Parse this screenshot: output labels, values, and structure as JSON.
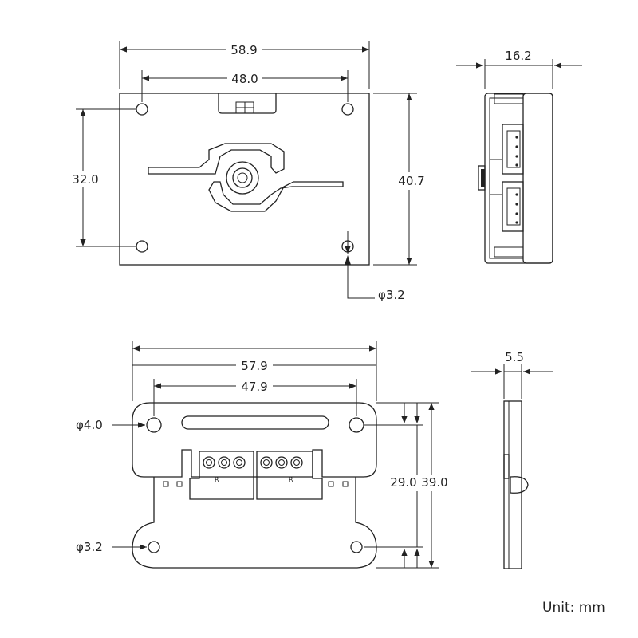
{
  "top_view": {
    "overall_width": "58.9",
    "hole_spacing": "48.0",
    "hole_vertical_spacing": "32.0",
    "overall_height": "40.7",
    "hole_diameter": "φ3.2"
  },
  "side_view_top": {
    "depth": "16.2"
  },
  "bracket_view": {
    "overall_width": "57.9",
    "hole_spacing": "47.9",
    "large_hole_diameter": "φ4.0",
    "small_hole_diameter": "φ3.2",
    "inner_height": "29.0",
    "outer_height": "39.0",
    "connector_mark_left": "R",
    "connector_mark_right": "R"
  },
  "side_view_bottom": {
    "thickness": "5.5"
  },
  "unit_label": "Unit: mm"
}
